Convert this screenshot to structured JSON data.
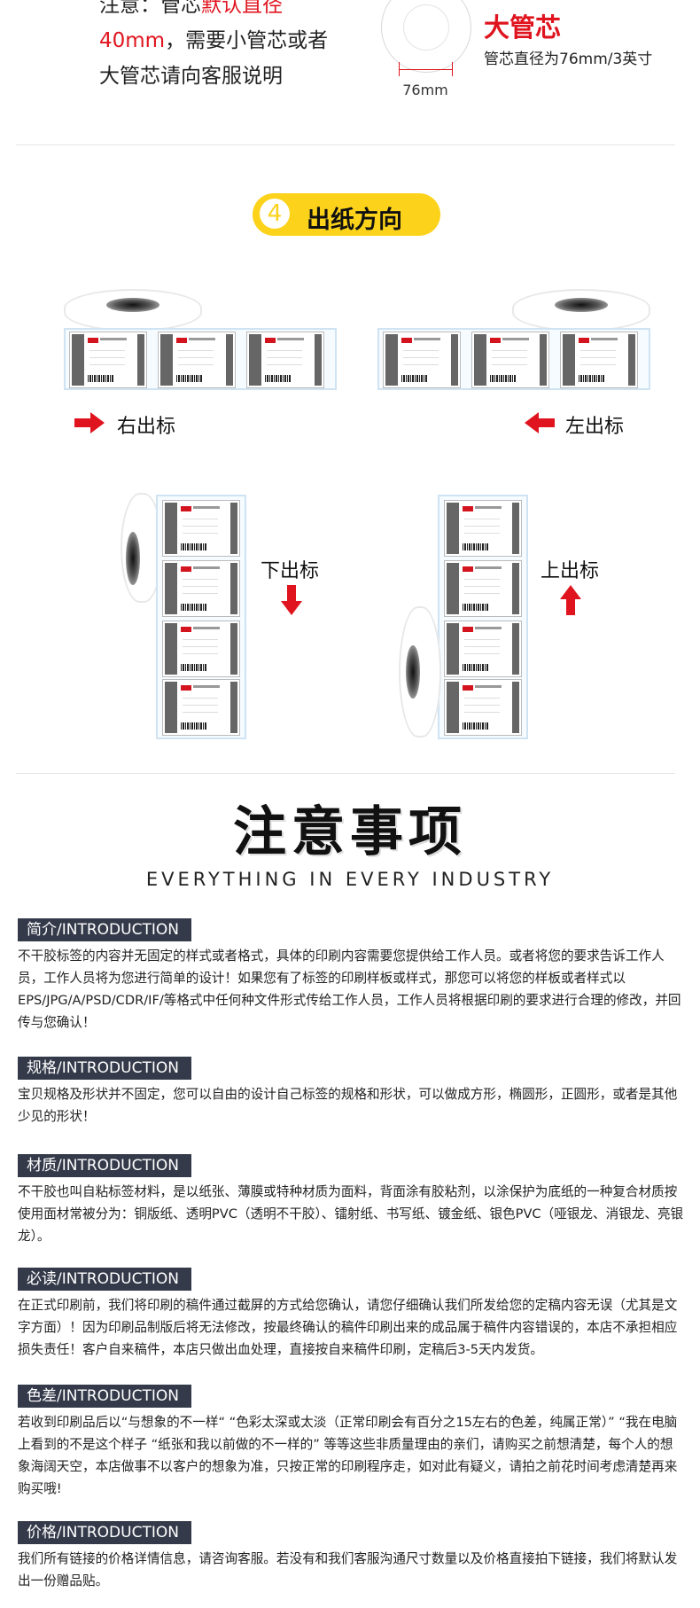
{
  "core": {
    "note_prefix": "注意：管芯",
    "note_red": "默认直径",
    "note_red2": "40mm",
    "note_rest": "，需要小管芯或者",
    "note_line3": "大管芯请向客服说明",
    "dimension": "76mm",
    "big_title": "大管芯",
    "big_desc": "管芯直径为76mm/3英寸"
  },
  "step": {
    "number": "4",
    "title": "出纸方向"
  },
  "directions": {
    "right": "右出标",
    "left": "左出标",
    "down": "下出标",
    "up": "上出标"
  },
  "colors": {
    "accent_red": "#e0141e",
    "badge_yellow": "#fcd21a",
    "section_head": "#343a4a"
  },
  "notice": {
    "title": "注意事项",
    "subtitle": "EVERYTHING IN EVERY INDUSTRY",
    "sections": [
      {
        "heading": "简介/INTRODUCTION",
        "body": "不干胶标签的内容并无固定的样式或者格式，具体的印刷内容需要您提供给工作人员。或者将您的要求告诉工作人员，工作人员将为您进行简单的设计！如果您有了标签的印刷样板或样式，那您可以将您的样板或者样式以EPS/JPG/A/PSD/CDR/IF/等格式中任何种文件形式传给工作人员，工作人员将根据印刷的要求进行合理的修改，并回传与您确认！"
      },
      {
        "heading": "规格/INTRODUCTION",
        "body": "宝贝规格及形状并不固定，您可以自由的设计自己标签的规格和形状，可以做成方形，椭圆形，正圆形，或者是其他少见的形状！"
      },
      {
        "heading": "材质/INTRODUCTION",
        "body": "不干胶也叫自粘标签材料，是以纸张、薄膜或特种材质为面料，背面涂有胶粘剂，以涂保护为底纸的一种复合材质按使用面材常被分为：铜版纸、透明PVC（透明不干胶）、镭射纸、书写纸、镀金纸、银色PVC（哑银龙、消银龙、亮银龙）。"
      },
      {
        "heading": "必读/INTRODUCTION",
        "body": "在正式印刷前，我们将印刷的稿件通过截屏的方式给您确认，请您仔细确认我们所发给您的定稿内容无误（尤其是文字方面）！因为印刷品制版后将无法修改，按最终确认的稿件印刷出来的成品属于稿件内容错误的，本店不承担相应损失责任！客户自来稿件，本店只做出血处理，直接按自来稿件印刷，定稿后3-5天内发货。"
      },
      {
        "heading": "色差/INTRODUCTION",
        "body": "若收到印刷品后以“与想象的不一样“ “色彩太深或太淡（正常印刷会有百分之15左右的色差，纯属正常）” “我在电脑上看到的不是这个样子 “纸张和我以前做的不一样的” 等等这些非质量理由的亲们，请购买之前想清楚，每个人的想象海阔天空，本店做事不以客户的想象为准，只按正常的印刷程序走，如对此有疑义，请拍之前花时间考虑清楚再来购买哦!"
      },
      {
        "heading": "价格/INTRODUCTION",
        "body": "我们所有链接的价格详情信息，请咨询客服。若没有和我们客服沟通尺寸数量以及价格直接拍下链接，我们将默认发出一份赠品贴。"
      }
    ]
  }
}
